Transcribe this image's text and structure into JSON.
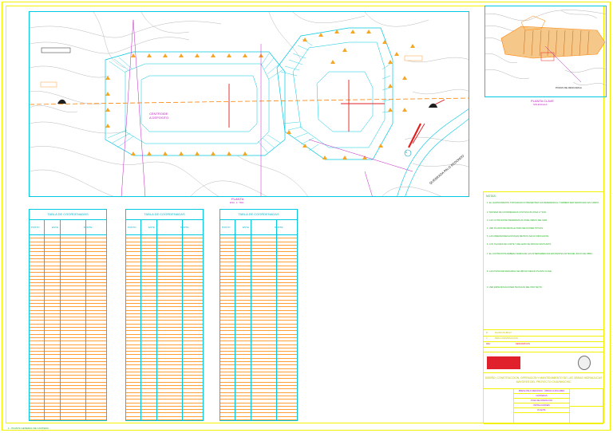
{
  "plan": {
    "title": "PLANTA",
    "scale": "ESC. 1 : 500",
    "stream_label": "QUEBRADA PALO REDONDO",
    "north_label": "N",
    "center_labels": [
      "CENTROIDE",
      "A DEPOSITO"
    ]
  },
  "key_plan": {
    "title": "PLANTA CLAVE",
    "scale": "SIN ESCALA",
    "caption": "POZAS DE DESCARGA"
  },
  "tables": [
    {
      "title": "TABLA DE COORDENADAS",
      "cols": [
        "PUNTO",
        "ESTE",
        "NORTE"
      ]
    },
    {
      "title": "TABLA DE COORDENADAS",
      "cols": [
        "PUNTO",
        "ESTE",
        "NORTE"
      ]
    },
    {
      "title": "TABLA DE COORDENADAS",
      "cols": [
        "PUNTO",
        "ESTE",
        "NORTE"
      ]
    }
  ],
  "notes": {
    "heading": "NOTAS:",
    "items": [
      "1. EL LEVANTAMIENTO TOPOGRAFICO PRESENTADO ES REFERENCIAL Y DEBERA SER VERIFICADO EN CAMPO.",
      "2. SISTEMA DE COORDENADAS UTM WGS 84 ZONA 17 SUR.",
      "3. LAS COTAS ESTAN REFERIDAS AL NIVEL MEDIO DEL MAR.",
      "4. VER PLANOS DE DETALLE PARA SECCIONES TIPICAS.",
      "5. LAS DIMENSIONES ESTAN EN METROS SALVO INDICACION.",
      "6. LOS TALUDES DE CORTE Y RELLENO SE INDICAN EN PLANTA.",
      "7. EL CONTRATISTA DEBERA VERIFICAR LAS INTERFERENCIAS EXISTENTES ANTES DEL INICIO DE OBRA.",
      "8. LAS POZAS DE DESCARGA SE UBICAN SEGUN PLANTA CLAVE.",
      "9. VER ESPECIFICACIONES TECNICAS DEL PROYECTO."
    ]
  },
  "revisions": [
    {
      "rev": "B",
      "desc": "PLANO AS-BUILT"
    },
    {
      "rev": "0",
      "desc": "PARA CONSTRUCCION"
    },
    {
      "rev": "REV",
      "desc": "DESCRIPCION"
    }
  ],
  "project": "DISEÑO, CONSTRUCCION, OPERACION Y MANTENIMIENTO DE LAS OBRAS HIDRAULICAS MAYORES DEL PROYECTO CHAVIMOCHIC",
  "drawing": {
    "line1": "PRESA PALO REDONDO - OBRAS AUXILIARES",
    "line2": "CANTERAS",
    "line3": "POZA DE DISIPACION",
    "line4": "INSTALACIONES",
    "line5": "PLANTA"
  },
  "bottom_note": "1 - PLANTA GENERAL DE CANTERA"
}
